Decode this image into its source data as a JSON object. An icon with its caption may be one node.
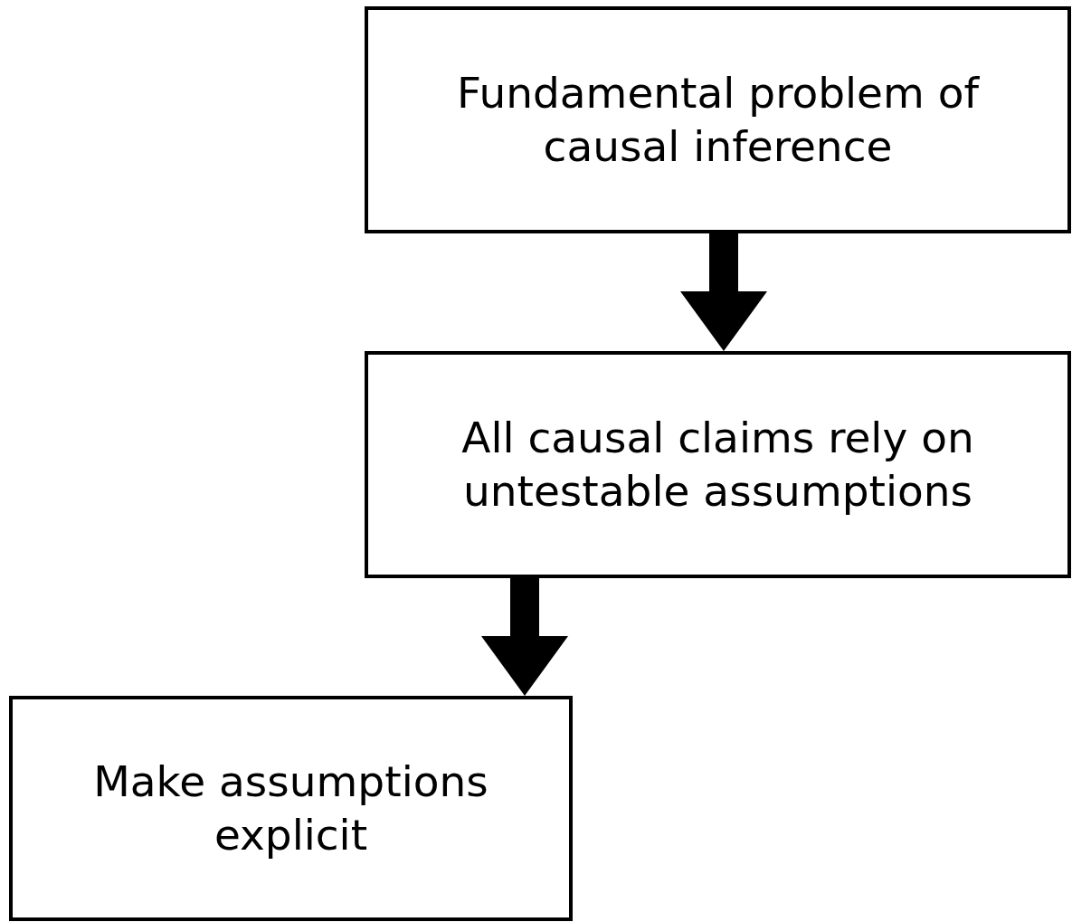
{
  "diagram": {
    "nodes": [
      {
        "text": [
          "Fundamental problem of causal inference"
        ]
      },
      {
        "text": [
          "All causal claims rely on untestable assumptions"
        ]
      },
      {
        "text": [
          "Make assumptions explicit"
        ]
      }
    ],
    "edges": [
      {
        "from": 0,
        "to": 1,
        "arrow": "to"
      },
      {
        "from": 1,
        "to": 2,
        "arrow": "to"
      }
    ]
  }
}
